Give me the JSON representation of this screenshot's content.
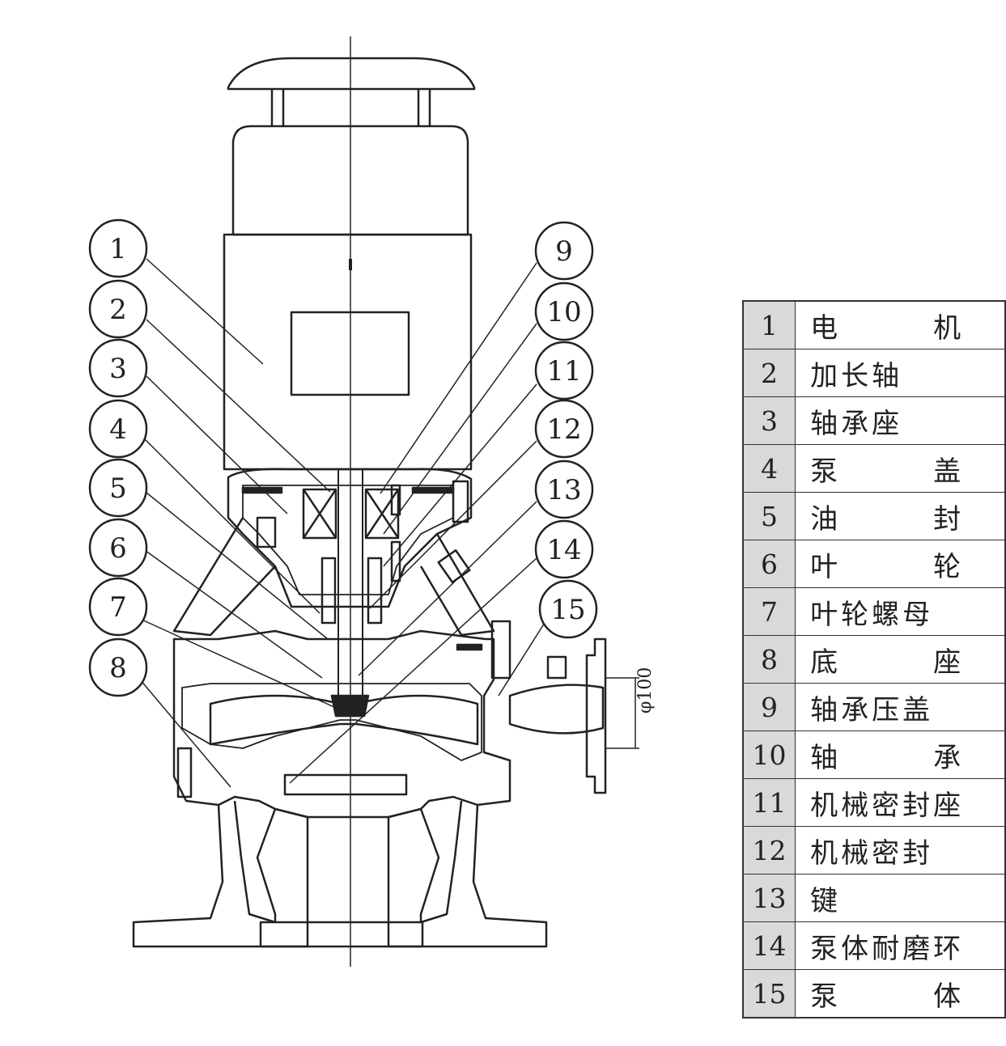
{
  "callouts": [
    "1",
    "2",
    "3",
    "4",
    "5",
    "6",
    "7",
    "8",
    "9",
    "10",
    "11",
    "12",
    "13",
    "14",
    "15"
  ],
  "dimension_label": "φ100",
  "parts_table": [
    {
      "num": "1",
      "name": "电　　　机"
    },
    {
      "num": "2",
      "name": "加长轴"
    },
    {
      "num": "3",
      "name": "轴承座"
    },
    {
      "num": "4",
      "name": "泵　　　盖"
    },
    {
      "num": "5",
      "name": "油　　　封"
    },
    {
      "num": "6",
      "name": "叶　　　轮"
    },
    {
      "num": "7",
      "name": "叶轮螺母"
    },
    {
      "num": "8",
      "name": "底　　　座"
    },
    {
      "num": "9",
      "name": "轴承压盖"
    },
    {
      "num": "10",
      "name": "轴　　　承"
    },
    {
      "num": "11",
      "name": "机械密封座"
    },
    {
      "num": "12",
      "name": "机械密封"
    },
    {
      "num": "13",
      "name": "键"
    },
    {
      "num": "14",
      "name": "泵体耐磨环"
    },
    {
      "num": "15",
      "name": "泵　　　体"
    }
  ]
}
